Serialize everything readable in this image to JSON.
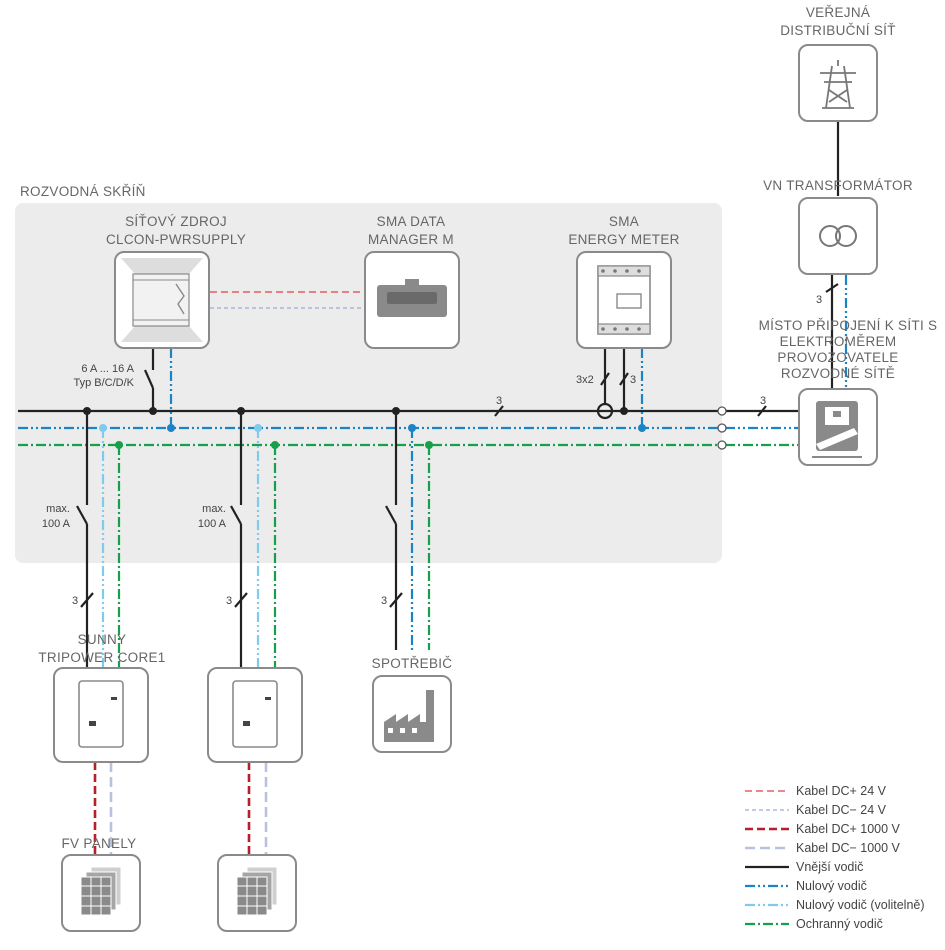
{
  "labels": {
    "grid": [
      "VEŘEJNÁ",
      "DISTRIBUČNÍ SÍŤ"
    ],
    "transformer": "VN TRANSFORMÁTOR",
    "cabinet": "ROZVODNÁ SKŘÍŇ",
    "power_supply": [
      "SÍŤOVÝ ZDROJ",
      "CLCON-PWRSUPPLY"
    ],
    "data_manager": [
      "SMA DATA",
      "MANAGER M"
    ],
    "energy_meter": [
      "SMA",
      "ENERGY METER"
    ],
    "connection_point": [
      "MÍSTO PŘIPOJENÍ K SÍTI S",
      "ELEKTROMĚREM",
      "PROVOZOVATELE",
      "ROZVODNÉ SÍTĚ"
    ],
    "inverter": [
      "SUNNY",
      "TRIPOWER CORE1"
    ],
    "consumer": "SPOTŘEBIČ",
    "pv": "FV PANELY"
  },
  "annotations": {
    "breaker_ps": [
      "6 A ... 16 A",
      "Typ B/C/D/K"
    ],
    "breaker_inv1": [
      "max.",
      "100 A"
    ],
    "breaker_inv2": [
      "max.",
      "100 A"
    ],
    "conductors_3": "3",
    "conductors_3x2": "3x2"
  },
  "legend": [
    {
      "label": "Kabel DC+ 24 V",
      "style": "DCP24",
      "color": "#e04048"
    },
    {
      "label": "Kabel DC− 24 V",
      "style": "DCM24",
      "color": "#9aaad0"
    },
    {
      "label": "Kabel DC+ 1000 V",
      "style": "DCP1000",
      "color": "#b5202a"
    },
    {
      "label": "Kabel DC− 1000 V",
      "style": "DCM1000",
      "color": "#b8c2e0"
    },
    {
      "label": "Vnější vodič",
      "style": "L",
      "color": "#222222"
    },
    {
      "label": "Nulový vodič",
      "style": "N",
      "color": "#1a84c6"
    },
    {
      "label": "Nulový vodič (volitelně)",
      "style": "NO",
      "color": "#7fcbec"
    },
    {
      "label": "Ochranný vodič",
      "style": "PE",
      "color": "#16a04a"
    }
  ],
  "icons": [
    "pylon-icon",
    "transformer-icon",
    "power-supply-icon",
    "data-manager-icon",
    "energy-meter-icon",
    "grid-meter-icon",
    "inverter-icon",
    "factory-icon",
    "pv-panel-icon"
  ]
}
